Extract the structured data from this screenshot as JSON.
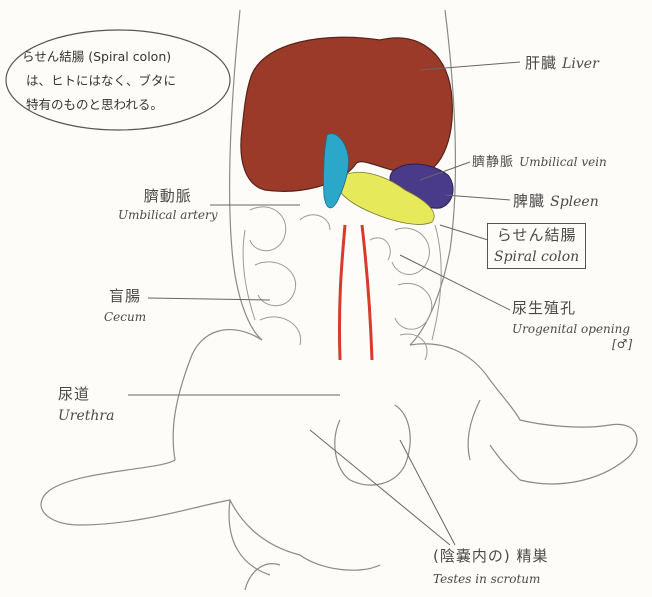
{
  "note": {
    "line1": "らせん結腸 (Spiral colon)",
    "line2": "は、ヒトにはなく、ブタに",
    "line3": "特有のものと思われる。"
  },
  "labels": {
    "liver": {
      "jp": "肝臓",
      "en": "Liver"
    },
    "umbilical_vein": {
      "jp": "臍静脈",
      "en": "Umbilical vein"
    },
    "spleen": {
      "jp": "脾臓",
      "en": "Spleen"
    },
    "spiral_colon": {
      "jp": "らせん結腸",
      "en": "Spiral colon"
    },
    "umbilical_artery": {
      "jp": "臍動脈",
      "en": "Umbilical artery"
    },
    "cecum": {
      "jp": "盲腸",
      "en": "Cecum"
    },
    "urogenital_opening": {
      "jp": "尿生殖孔",
      "en": "Urogenital opening",
      "sex": "[♂]"
    },
    "urethra": {
      "jp": "尿道",
      "en": "Urethra"
    },
    "testes": {
      "jp": "(陰嚢内の) 精巣",
      "en": "Testes in scrotum"
    }
  },
  "colors": {
    "liver": "#9c3a2a",
    "spleen": "#4a3a8a",
    "spiral_colon": "#e6ea5a",
    "umbilical_vein": "#2aa7c9",
    "umbilical_artery": "#d93a2a",
    "pencil": "#6a6a6a"
  }
}
